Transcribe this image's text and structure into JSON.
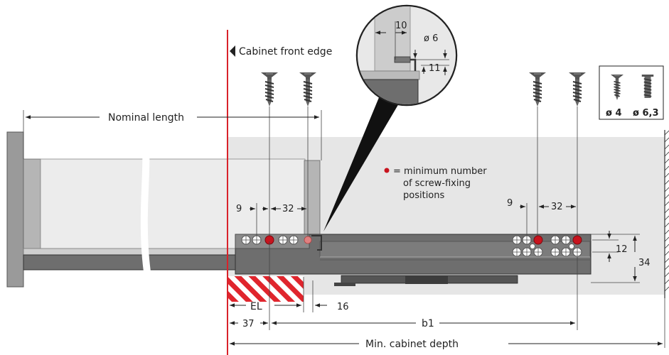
{
  "labels": {
    "cabinet_front_edge": "Cabinet front edge",
    "nominal_length": "Nominal length",
    "min_cabinet_depth": "Min. cabinet depth",
    "legend_line1": "= minimum number",
    "legend_line2": "of screw-fixing",
    "legend_line3": "positions",
    "el": "EL",
    "b1": "b1"
  },
  "dimensions": {
    "d10": "10",
    "d6": "ø 6",
    "d11": "11",
    "d9_left": "9",
    "d32_left": "32",
    "d9_right": "9",
    "d32_right": "32",
    "d12": "12",
    "d34": "34",
    "d16": "16",
    "d37": "37"
  },
  "screw_legend": {
    "small": "ø 4",
    "large": "ø 6,3"
  },
  "colors": {
    "cabinet_edge": "#d9222a",
    "cabinet_fill": "#e6e6e6",
    "runner": "#6e6e6e",
    "required_hole": "#c8141e"
  }
}
